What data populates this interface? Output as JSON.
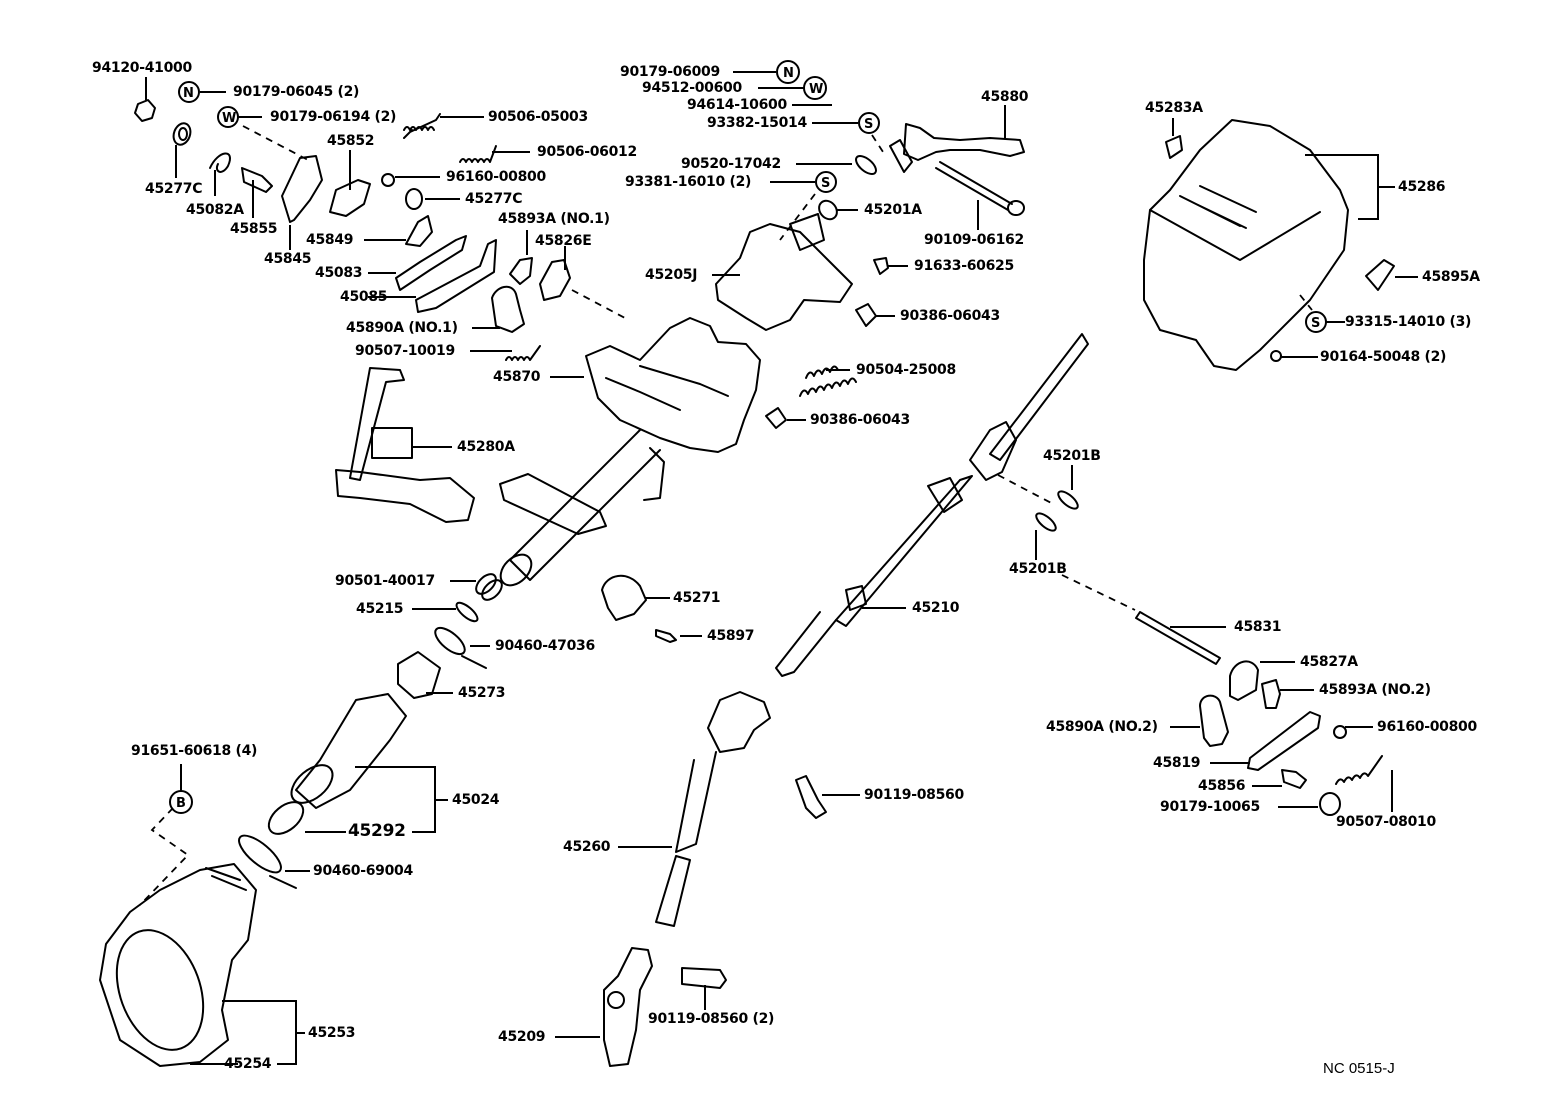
{
  "diagram": {
    "title": "Steering column exploded parts diagram",
    "code": "NC 0515-J",
    "symbols": {
      "N": "N",
      "W": "W",
      "S": "S",
      "B": "B"
    },
    "labels": {
      "p94120_41000": "94120-41000",
      "p90179_06045": "90179-06045 (2)",
      "p90179_06194": "90179-06194 (2)",
      "p90506_05003": "90506-05003",
      "p90506_06012": "90506-06012",
      "p45852": "45852",
      "p96160_00800_a": "96160-00800",
      "p45277C_a": "45277C",
      "p45277C_b": "45277C",
      "p45082A": "45082A",
      "p45855": "45855",
      "p45845": "45845",
      "p45849": "45849",
      "p45893A_1": "45893A (NO.1)",
      "p45826E": "45826E",
      "p45083": "45083",
      "p45085": "45085",
      "p45890A_1": "45890A (NO.1)",
      "p90507_10019": "90507-10019",
      "p45870": "45870",
      "p45280A": "45280A",
      "p90179_06009": "90179-06009",
      "p94512_00600": "94512-00600",
      "p94614_10600": "94614-10600",
      "p93382_15014": "93382-15014",
      "p45880": "45880",
      "p90520_17042": "90520-17042",
      "p93381_16010": "93381-16010 (2)",
      "p45201A": "45201A",
      "p90109_06162": "90109-06162",
      "p45205J": "45205J",
      "p91633_60625": "91633-60625",
      "p90386_06043_a": "90386-06043",
      "p90504_25008": "90504-25008",
      "p90386_06043_b": "90386-06043",
      "p45283A": "45283A",
      "p45286": "45286",
      "p45895A": "45895A",
      "p93315_14010": "93315-14010 (3)",
      "p90164_50048": "90164-50048 (2)",
      "p45201B_a": "45201B",
      "p45201B_b": "45201B",
      "p90501_40017": "90501-40017",
      "p45215": "45215",
      "p90460_47036": "90460-47036",
      "p45273": "45273",
      "p45271": "45271",
      "p45897": "45897",
      "p45210": "45210",
      "p45831": "45831",
      "p45827A": "45827A",
      "p45893A_2": "45893A (NO.2)",
      "p45890A_2": "45890A (NO.2)",
      "p96160_00800_b": "96160-00800",
      "p45819": "45819",
      "p45856": "45856",
      "p90179_10065": "90179-10065",
      "p90507_08010": "90507-08010",
      "p91651_60618": "91651-60618 (4)",
      "p45024": "45024",
      "p45292": "45292",
      "p90460_69004": "90460-69004",
      "p90119_08560_a": "90119-08560",
      "p45260": "45260",
      "p45253": "45253",
      "p45254": "45254",
      "p45209": "45209",
      "p90119_08560_b": "90119-08560 (2)"
    }
  }
}
